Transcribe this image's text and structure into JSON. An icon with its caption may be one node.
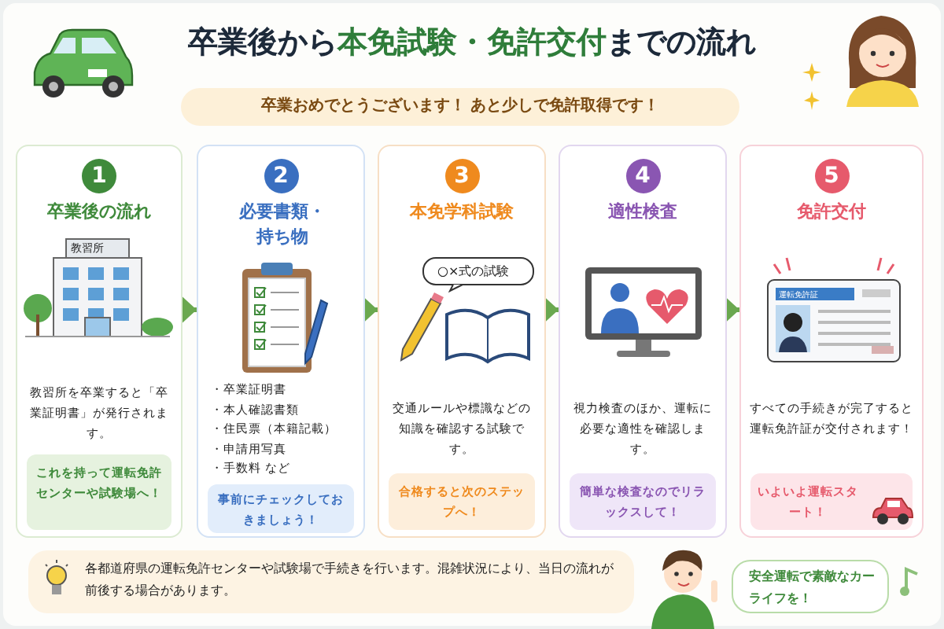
{
  "diagram": {
    "title": "卒業後から**本免試験・免許交付**までの流れ",
    "nodes": [
      {
        "text": [
          "卒業おめでとうございます！ あと少しで免許取得です！"
        ]
      },
      {
        "text": [
          "1",
          "卒業後の流れ",
          "教習所を卒業すると「卒業証明書」が発行されます。"
        ]
      },
      {
        "text": [
          "これを持って運転免許センターや試験場へ！"
        ],
        "in": 1
      },
      {
        "text": [
          "2",
          "必要書類・持ち物",
          "・卒業証明書",
          "・本人確認書類",
          "・住民票（本籍記載）",
          "・申請用写真",
          "・手数料 など"
        ]
      },
      {
        "text": [
          "事前にチェックしておきましょう！"
        ],
        "in": 3
      },
      {
        "text": [
          "3",
          "本免学科試験",
          "交通ルールや標識などの知識を確認する試験です。"
        ]
      },
      {
        "text": [
          "合格すると次のステップへ！"
        ],
        "in": 5
      },
      {
        "text": [
          "4",
          "適性検査",
          "視力検査のほか、運転に必要な適性を確認します。"
        ]
      },
      {
        "text": [
          "簡単な検査なのでリラックスして！"
        ],
        "in": 7
      },
      {
        "text": [
          "5",
          "免許交付",
          "すべての手続きが完了すると運転免許証が交付されます！"
        ]
      },
      {
        "text": [
          "いよいよ運転スタート！"
        ],
        "in": 9
      },
      {
        "text": [
          "各都道府県の運転免許センターや試験場で手続きを行います。混雑状況により、当日の流れが前後する場合があります。"
        ]
      },
      {
        "text": [
          "安全運転で素敵なカーライフを！"
        ]
      }
    ],
    "edges": [
      {
        "from": 1,
        "to": 3,
        "arrow": "to"
      },
      {
        "from": 3,
        "to": 5,
        "arrow": "to"
      },
      {
        "from": 5,
        "to": 7,
        "arrow": "to"
      },
      {
        "from": 7,
        "to": 9,
        "arrow": "to"
      }
    ],
    "labels": [
      "教習所",
      "○×式の試験",
      "運転免許証"
    ]
  }
}
